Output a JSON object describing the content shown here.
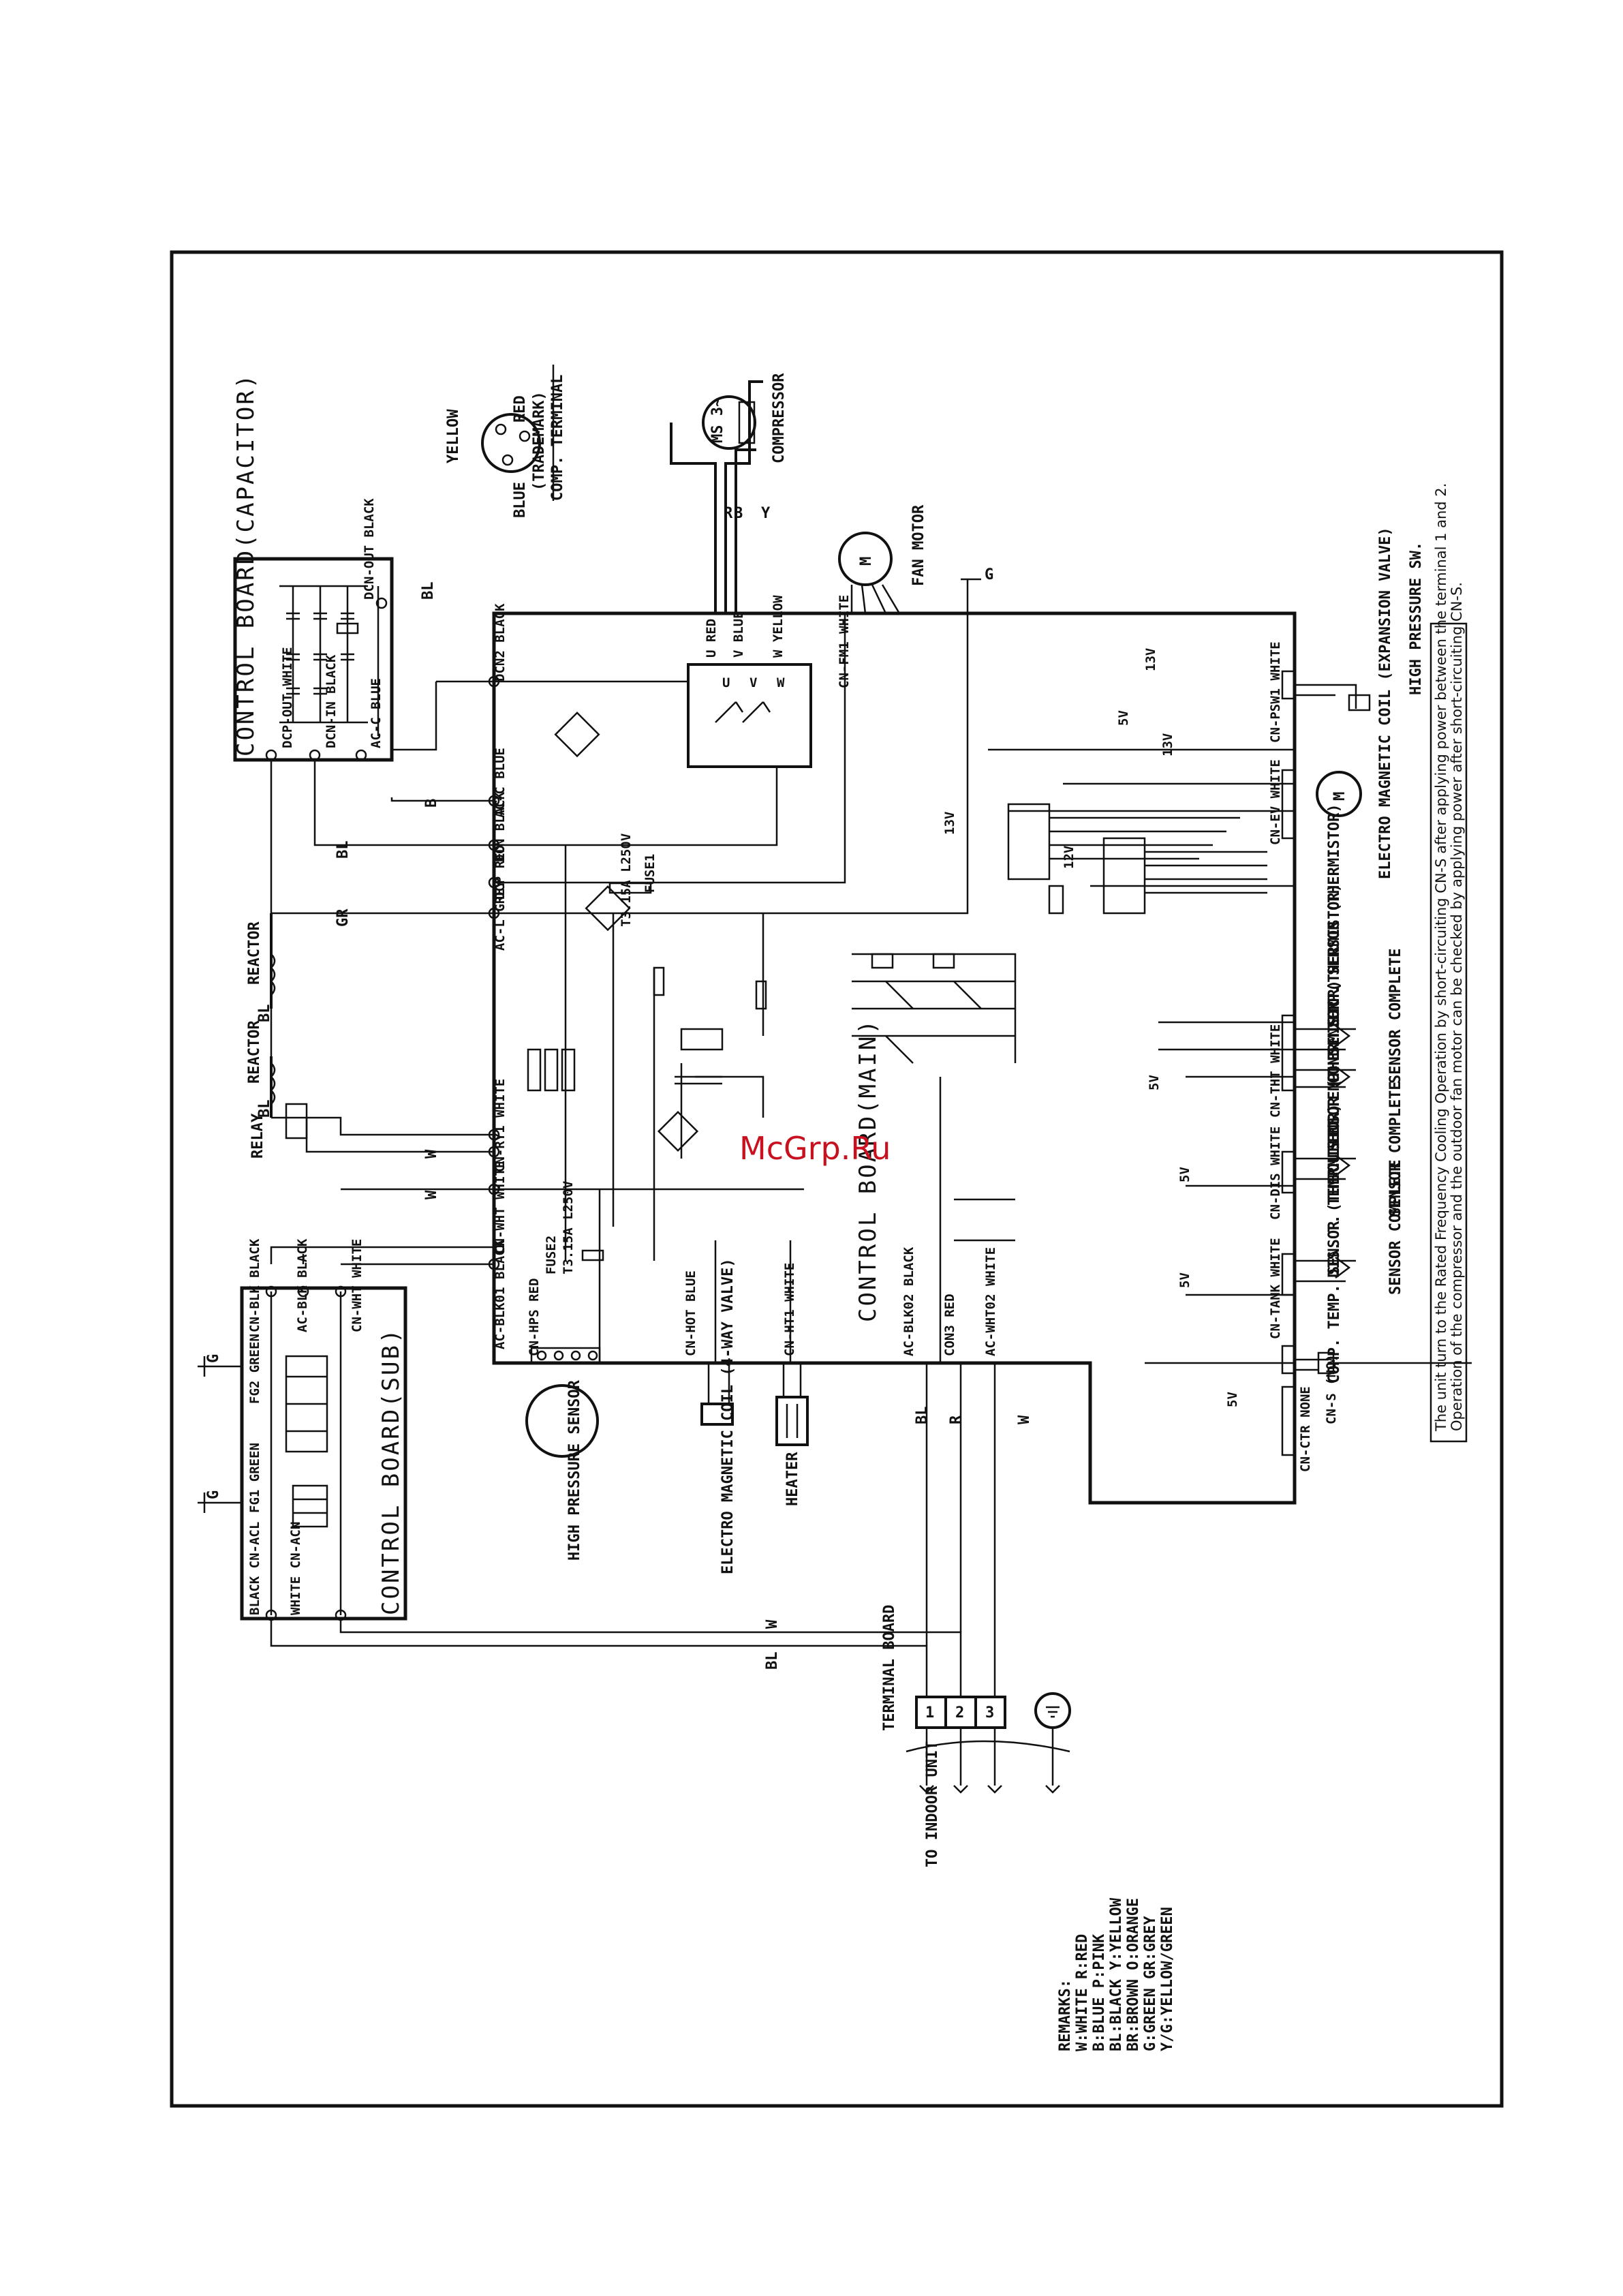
{
  "watermark": "McGrp.Ru",
  "boards": {
    "capacitor": "CONTROL BOARD(CAPACITOR)",
    "main": "CONTROL BOARD(MAIN)",
    "sub": "CONTROL BOARD(SUB)"
  },
  "capacitor_connectors": [
    "DCP-OUT WHITE",
    "DCN-IN BLACK",
    "AC-C BLUE",
    "DCN-OUT BLACK"
  ],
  "main_connectors": [
    "DCN2 BLACK",
    "AC-C BLUE",
    "DCN BLACK",
    "DCP RED",
    "AC-L GREY",
    "CN-RY1 WHITE",
    "CN-WHT WHITE",
    "AC-BLK01 BLACK",
    "CN-HPS RED",
    "CN-HOT BLUE",
    "CN-HT1 WHITE",
    "AC-BLK02 BLACK",
    "CON3 RED",
    "AC-WHT02 WHITE",
    "CN-FM1 WHITE",
    "CN-PSW1 WHITE",
    "CN-EV WHITE",
    "CN-THT WHITE",
    "CN-DIS WHITE",
    "CN-TANK WHITE",
    "CN-S (NO)",
    "CN-CTR NONE"
  ],
  "sub_connectors": [
    "CN-BLK BLACK",
    "AC-BLK BLACK",
    "CN-WHT WHITE",
    "FG2 GREEN",
    "FG1 GREEN",
    "BLACK CN-ACL",
    "WHITE CN-ACN"
  ],
  "components": {
    "relay": "RELAY",
    "reactor_1": "REACTOR",
    "reactor_2": "REACTOR",
    "compressor": "COMPRESSOR",
    "ms": "MS 3~",
    "fan_motor": "FAN MOTOR",
    "hp_switch": "HIGH PRESSURE SW.",
    "ev_coil": "ELECTRO MAGNETIC COIL (EXPANSION VALVE)",
    "hp_sensor": "HIGH PRESSURE SENSOR",
    "fourway_coil": "ELECTRO MAGNETIC COIL (4-WAY VALVE)",
    "heater": "HEATER",
    "terminal_board": "TERMINAL BOARD",
    "to_indoor": "TO INDOOR UNIT",
    "comp_terminal": "COMP. TERMINAL",
    "trademark": "(TRADEMARK)",
    "fuse_1": "FUSE1",
    "fuse_1_rating": "T3.15A L250V",
    "fuse_2": "FUSE2",
    "fuse_2_rating": "T3.15A L250V"
  },
  "comp_terminal_colors": [
    "YELLOW",
    "RED",
    "BLUE"
  ],
  "compressor_leads": [
    "R",
    "B",
    "Y"
  ],
  "uvw_labels": [
    "U RED",
    "V BLUE",
    "W YELLOW"
  ],
  "wire_codes": [
    "BL",
    "B",
    "BL",
    "GR",
    "BL",
    "BL",
    "W",
    "W",
    "BL",
    "R",
    "W",
    "W",
    "BL",
    "G",
    "G",
    "G"
  ],
  "terminal_numbers": [
    "1",
    "2",
    "3"
  ],
  "sensors": [
    {
      "name": "COND. TEMP. SENSOR (THERMISTOR)",
      "assembly": "SENSOR COMPLETE"
    },
    {
      "name": "OUTLET TEMP. SENSOR (THERMISTOR)",
      "assembly": ""
    },
    {
      "name": "DIS. T. TEMP. SENSOR (THERMISTOR)",
      "assembly": "SENSOR COMPLETE"
    },
    {
      "name": "COMP. TEMP. SENSOR (THERMISTOR)",
      "assembly": "SENSOR COMPLETE"
    }
  ],
  "voltages": [
    "13V",
    "5V",
    "13V",
    "13V",
    "12V",
    "5V",
    "5V",
    "5V",
    "5V"
  ],
  "remarks": {
    "title": "REMARKS:",
    "lines": [
      "W:WHITE    R:RED",
      "B:BLUE     P:PINK",
      "BL:BLACK  Y:YELLOW",
      "BR:BROWN  O:ORANGE",
      "G:GREEN   GR:GREY",
      "Y/G:YELLOW/GREEN"
    ]
  },
  "notes": [
    "The unit turn to the Rated Frequency Cooling Operation by short-circuiting CN-S after applying power between the terminal 1 and 2.",
    "Operation of the compressor and the outdoor fan motor can be checked by applying power after short-circuiting CN-S."
  ]
}
